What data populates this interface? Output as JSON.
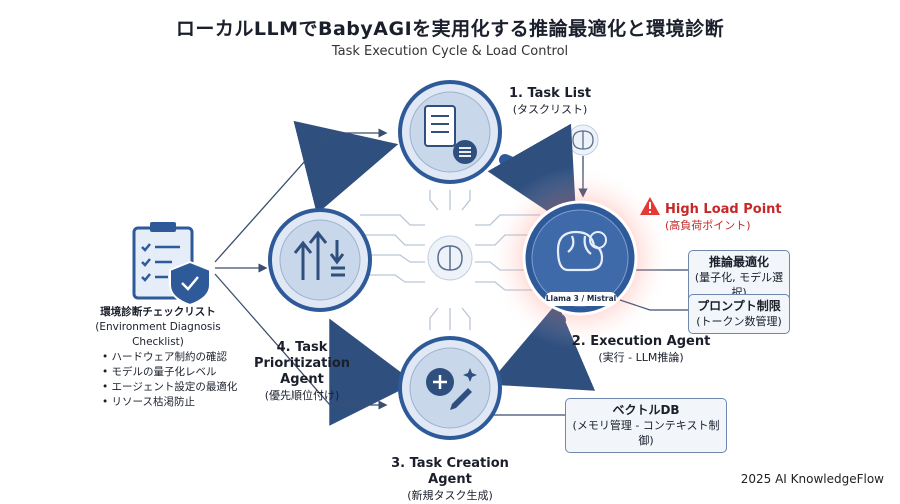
{
  "header": {
    "title": "ローカルLLMでBabyAGIを実用化する推論最適化と環境診断",
    "subtitle": "Task Execution Cycle & Load Control"
  },
  "cycle": {
    "task_list": {
      "title": "1. Task List",
      "sub": "(タスクリスト)",
      "icon": "document-list-icon"
    },
    "execution": {
      "title": "2. Execution Agent",
      "sub": "(実行 - LLM推論)",
      "badge": "Llama 3 / Mistral",
      "icon": "brain-gear-icon"
    },
    "creation": {
      "title": "3. Task Creation Agent",
      "sub": "(新規タスク生成)",
      "icon": "plus-pencil-icon"
    },
    "prioritization": {
      "title_line1": "4. Task",
      "title_line2": "Prioritization",
      "title_line3": "Agent",
      "sub": "(優先順位付け)",
      "icon": "sort-arrows-icon"
    }
  },
  "high_load": {
    "line1": "High Load Point",
    "line2": "(高負荷ポイント)",
    "icon": "warning-icon"
  },
  "boxes": {
    "inference": {
      "title": "推論最適化",
      "sub": "(量子化, モデル選択)"
    },
    "prompt": {
      "title": "プロンプト制限",
      "sub": "(トークン数管理)"
    },
    "vector": {
      "title": "ベクトルDB",
      "sub": "(メモリ管理 - コンテキスト制御)"
    }
  },
  "checklist": {
    "title": "環境診断チェックリスト",
    "subtitle": "(Environment Diagnosis Checklist)",
    "items": [
      "ハードウェア制約の確認",
      "モデルの量子化レベル",
      "エージェント設定の最適化",
      "リソース枯渇防止"
    ],
    "icon": "clipboard-shield-icon"
  },
  "footer": "2025 AI KnowledgeFlow",
  "colors": {
    "primary": "#2f5a9a",
    "circle_fill": "#dfe8f4",
    "alert": "#e53935"
  }
}
